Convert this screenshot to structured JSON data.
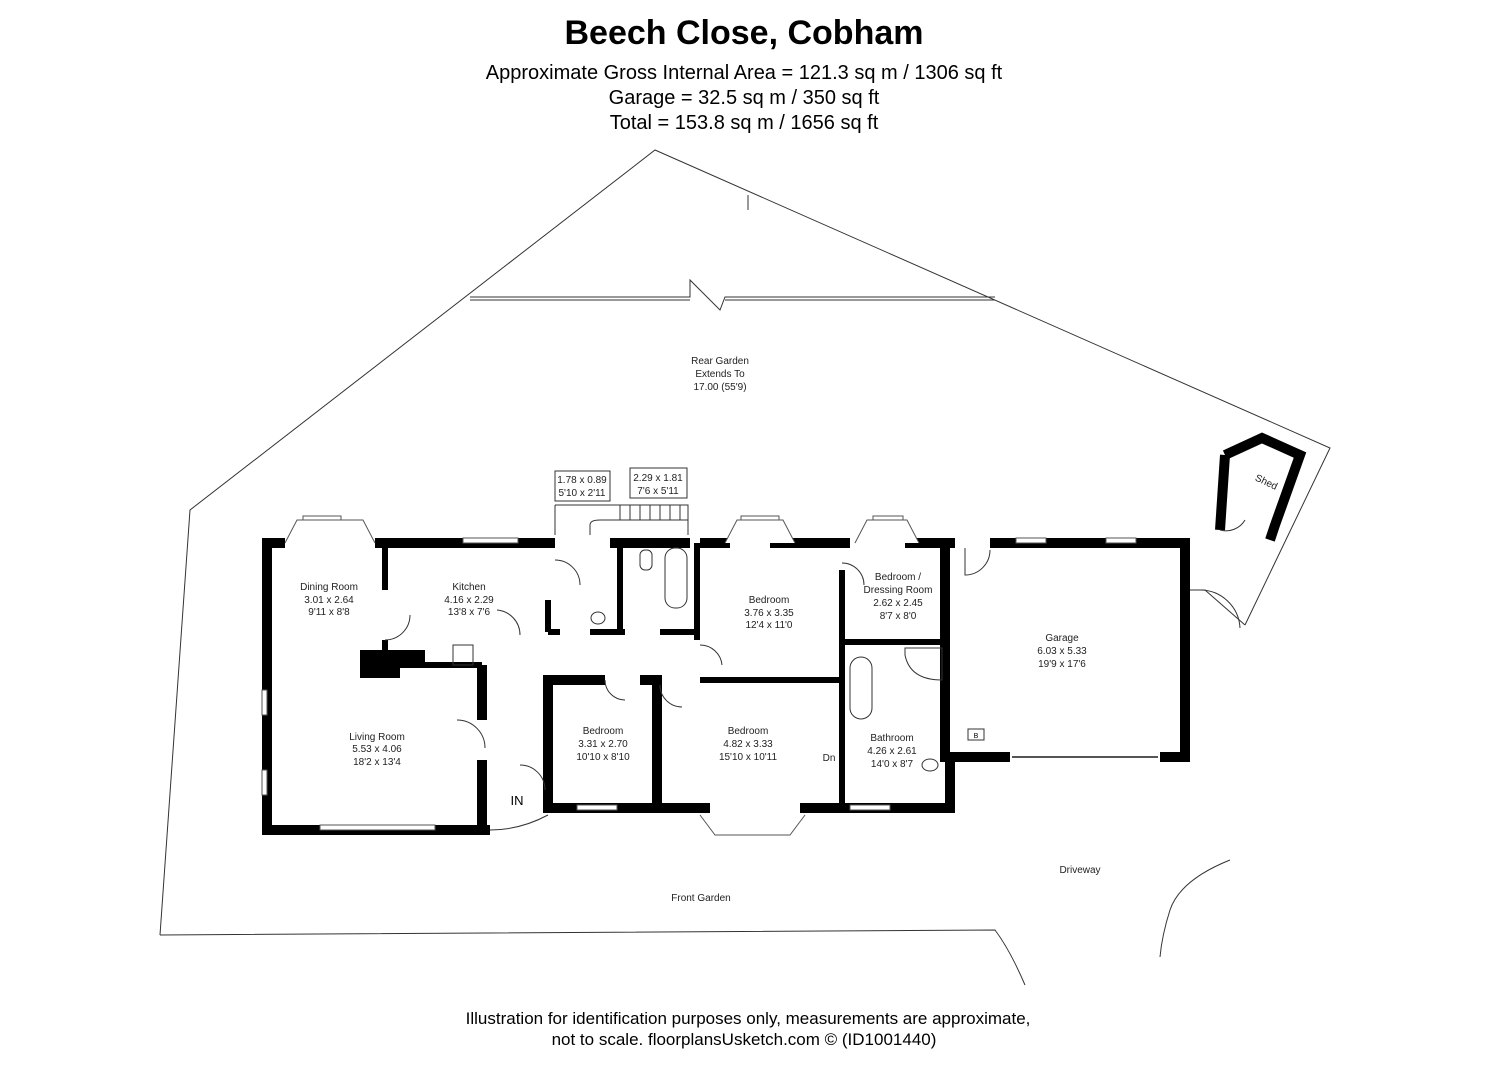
{
  "header": {
    "title": "Beech Close, Cobham",
    "area_line": "Approximate Gross Internal Area = 121.3 sq m / 1306 sq ft",
    "garage_line": "Garage = 32.5 sq m / 350 sq ft",
    "total_line": "Total = 153.8 sq m / 1656 sq ft"
  },
  "plan": {
    "rear_garden": [
      "Rear Garden",
      "Extends To",
      "17.00 (55'9)"
    ],
    "front_garden": "Front Garden",
    "driveway": "Driveway",
    "shed": "Shed",
    "entrance": "IN",
    "stairs_down": "Dn",
    "boiler": "B",
    "rooms": [
      {
        "name": "Dining Room",
        "metric": "3.01 x 2.64",
        "imperial": "9'11 x 8'8"
      },
      {
        "name": "Kitchen",
        "metric": "4.16 x 2.29",
        "imperial": "13'8 x 7'6"
      },
      {
        "name": "Living Room",
        "metric": "5.53 x 4.06",
        "imperial": "18'2 x 13'4"
      },
      {
        "name": "Bedroom",
        "metric": "3.76 x 3.35",
        "imperial": "12'4 x 11'0"
      },
      {
        "name": "Bedroom /",
        "name2": "Dressing Room",
        "metric": "2.62 x 2.45",
        "imperial": "8'7 x 8'0"
      },
      {
        "name": "Bedroom",
        "metric": "3.31 x 2.70",
        "imperial": "10'10 x 8'10"
      },
      {
        "name": "Bedroom",
        "metric": "4.82 x 3.33",
        "imperial": "15'10 x 10'11"
      },
      {
        "name": "Bathroom",
        "metric": "4.26 x 2.61",
        "imperial": "14'0 x 8'7"
      },
      {
        "name": "Garage",
        "metric": "6.03 x 5.33",
        "imperial": "19'9 x 17'6"
      }
    ],
    "callouts": [
      {
        "metric": "1.78 x 0.89",
        "imperial": "5'10 x 2'11"
      },
      {
        "metric": "2.29 x 1.81",
        "imperial": "7'6 x 5'11"
      }
    ]
  },
  "footer": {
    "line1": "Illustration for identification purposes only, measurements are approximate,",
    "line2": "not to scale. floorplansUsketch.com © (ID1001440)"
  }
}
